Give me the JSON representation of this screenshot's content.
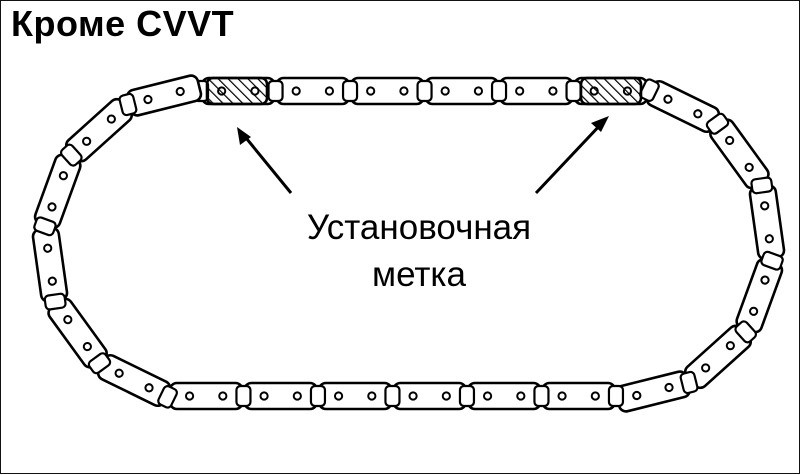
{
  "header": {
    "title": "Кроме CVVT"
  },
  "diagram": {
    "label_line1": "Установочная",
    "label_line2": "метка",
    "colors": {
      "ink": "#000000",
      "background": "#ffffff"
    },
    "marked_links": 2,
    "icon": "timing-chain-icon"
  }
}
